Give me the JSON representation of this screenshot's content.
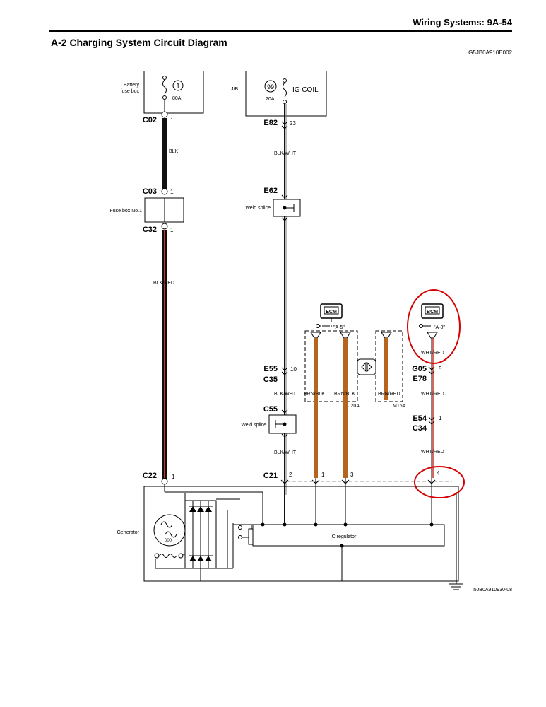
{
  "header": {
    "section": "Wiring Systems:   9A-54",
    "title": "A-2 Charging System Circuit Diagram",
    "doc_ref": "G5JB0A910E002"
  },
  "fuses": {
    "battery_box_label_1": "Battery",
    "battery_box_label_2": "fuse box",
    "fuse1_number": "1",
    "fuse1_rating": "80A",
    "jb_label": "J/B",
    "fuse99_number": "99",
    "fuse99_rating": "20A",
    "fuse99_name": "IG COIL"
  },
  "connectors": {
    "c02": "C02",
    "c02_pin": "1",
    "c03": "C03",
    "c03_pin": "1",
    "c32": "C32",
    "c32_pin": "1",
    "c22": "C22",
    "c22_pin": "1",
    "e82": "E82",
    "e82_pin": "23",
    "e62": "E62",
    "e55": "E55",
    "e55_pin": "10",
    "c35": "C35",
    "c55": "C55",
    "c21": "C21",
    "c21_pin2": "2",
    "c21_pin1": "1",
    "c21_pin3": "3",
    "c21_pin4": "4",
    "g05": "G05",
    "g05_pin": "5",
    "e78": "E78",
    "e54": "E54",
    "e54_pin": "1",
    "c34": "C34"
  },
  "labels": {
    "fuse_box_no1": "Fuse box No.1",
    "weld_splice_1": "Weld splice",
    "weld_splice_2": "Weld splice",
    "ecm": "ECM",
    "bcm": "BCM",
    "ecm_ref": "\"A-5\"",
    "bcm_ref": "\"A-8\"",
    "j20a": "J20A",
    "m16a": "M16A",
    "generator": "Generator",
    "ic_regulator": "IC regulator",
    "image_ref": "I5JB0A910930-08"
  },
  "wires": {
    "blk": "BLK",
    "blk_red": "BLK/RED",
    "blk_wht_1": "BLK/WHT",
    "blk_wht_2": "BLK/WHT",
    "blk_wht_3": "BLK/WHT",
    "brn_blk_1": "BRN/BLK",
    "brn_blk_2": "BRN/BLK",
    "brn_red": "BRN/RED",
    "wht_red_1": "WHT/RED",
    "wht_red_2": "WHT/RED",
    "wht_red_3": "WHT/RED"
  },
  "colors": {
    "wire_black": "#111111",
    "wire_red": "#c0392b",
    "wire_brown": "#b5651d",
    "highlight": "#d40000"
  }
}
